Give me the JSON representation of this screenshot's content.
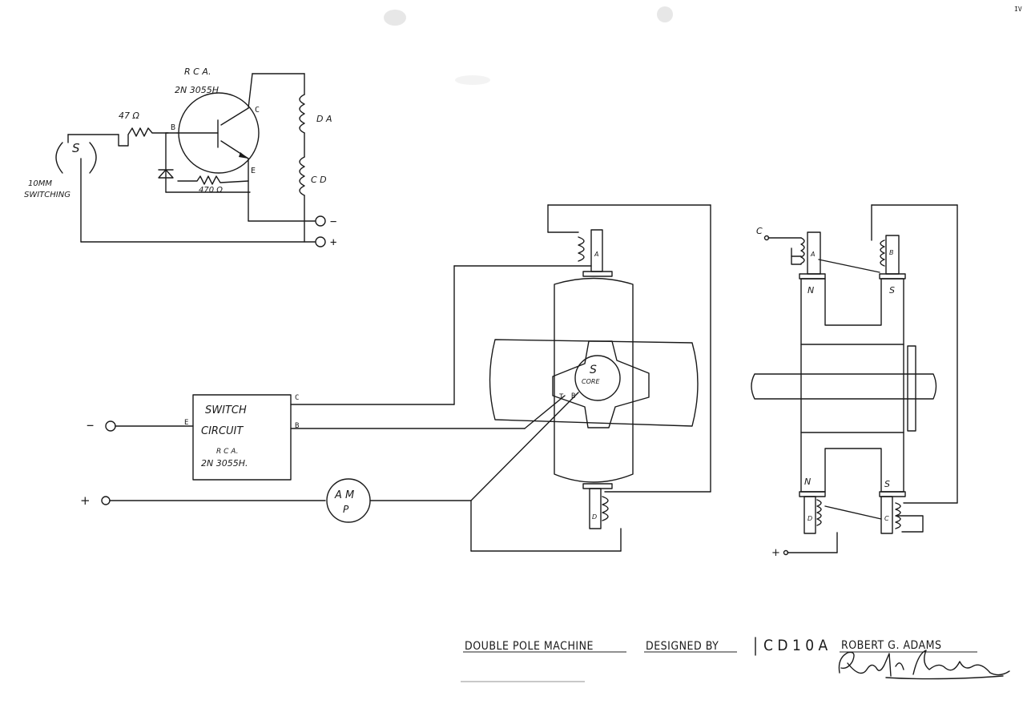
{
  "transistor_circuit": {
    "transistor_type_a": "R C A.",
    "transistor_type_b": "2N 3055H",
    "resistor_top": "47 Ω",
    "resistor_bottom": "470 Ω",
    "pin_b": "B",
    "pin_c": "C",
    "pin_e": "E",
    "switch_letter": "S",
    "switch_caption_1": "10MM",
    "switch_caption_2": "SWITCHING",
    "coil_top": "D A",
    "coil_bottom": "C D",
    "terminal_neg": "−",
    "terminal_pos": "+"
  },
  "switch_box": {
    "line1": "SWITCH",
    "line2": "CIRCUIT",
    "line3": "R C A.",
    "line4": "2N 3055H.",
    "pin_c": "C",
    "pin_b": "B",
    "pin_e": "E"
  },
  "motor": {
    "rotor_pole": "S",
    "rotor_note": "CORE",
    "pin_left_1": "T",
    "pin_left_2": "B",
    "top_coil_label": "A",
    "bottom_coil_label": "D",
    "amp_line1": "A M",
    "amp_line2": "P",
    "neg_terminal": "−",
    "pos_terminal": "+"
  },
  "side_view": {
    "coil_c_label": "C",
    "pole_top_left": "N",
    "pole_top_right": "S",
    "pole_bottom_left": "N",
    "pole_bottom_right": "S",
    "rod_a": "A",
    "rod_b": "B",
    "rod_d": "D",
    "rod_c": "C",
    "pos_terminal": "+"
  },
  "title_block": {
    "drawing_title": "DOUBLE POLE MACHINE",
    "designed_by": "DESIGNED BY",
    "drawing_no": "C D 1 0 A",
    "designer": "ROBERT G. ADAMS",
    "signature": "Robt Adams"
  }
}
